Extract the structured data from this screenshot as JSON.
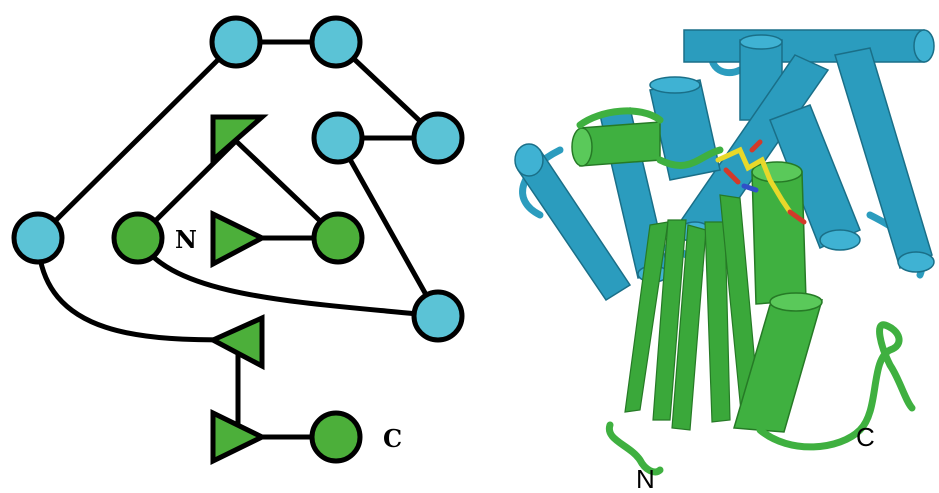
{
  "topology_diagram": {
    "n_label": "N",
    "c_label": "C"
  },
  "structure_render": {
    "n_label": "N",
    "c_label": "C"
  },
  "colors": {
    "helix": "#5bc3d6",
    "strand": "#4caf3a",
    "edge": "#000000",
    "helix_3d": "#2b9cbe",
    "strand_3d": "#3fb040"
  },
  "icons": {
    "helix_element": "circle",
    "strand_element": "triangle"
  }
}
